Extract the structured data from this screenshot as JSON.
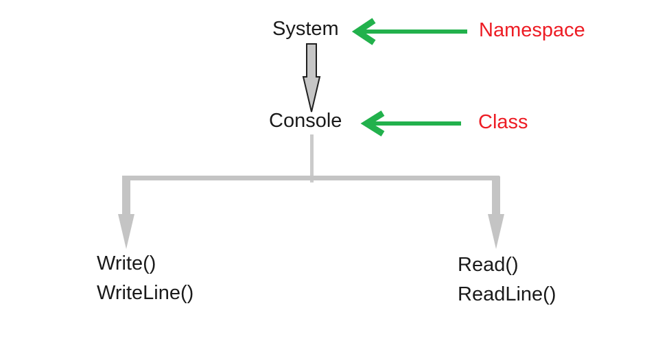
{
  "hierarchy": {
    "namespace_node": "System",
    "class_node": "Console",
    "write_methods": [
      "Write()",
      "WriteLine()"
    ],
    "read_methods": [
      "Read()",
      "ReadLine()"
    ]
  },
  "annotations": {
    "namespace": "Namespace",
    "class": "Class"
  },
  "colors": {
    "green": "#22b14c",
    "red": "#ed1c24",
    "gray": "#c4c4c4",
    "lightgray": "#cbcbcb",
    "arrowfill": "#c6c6c6",
    "outline": "#1f1f1f",
    "text": "#1a1a1a",
    "background": "#ffffff"
  }
}
